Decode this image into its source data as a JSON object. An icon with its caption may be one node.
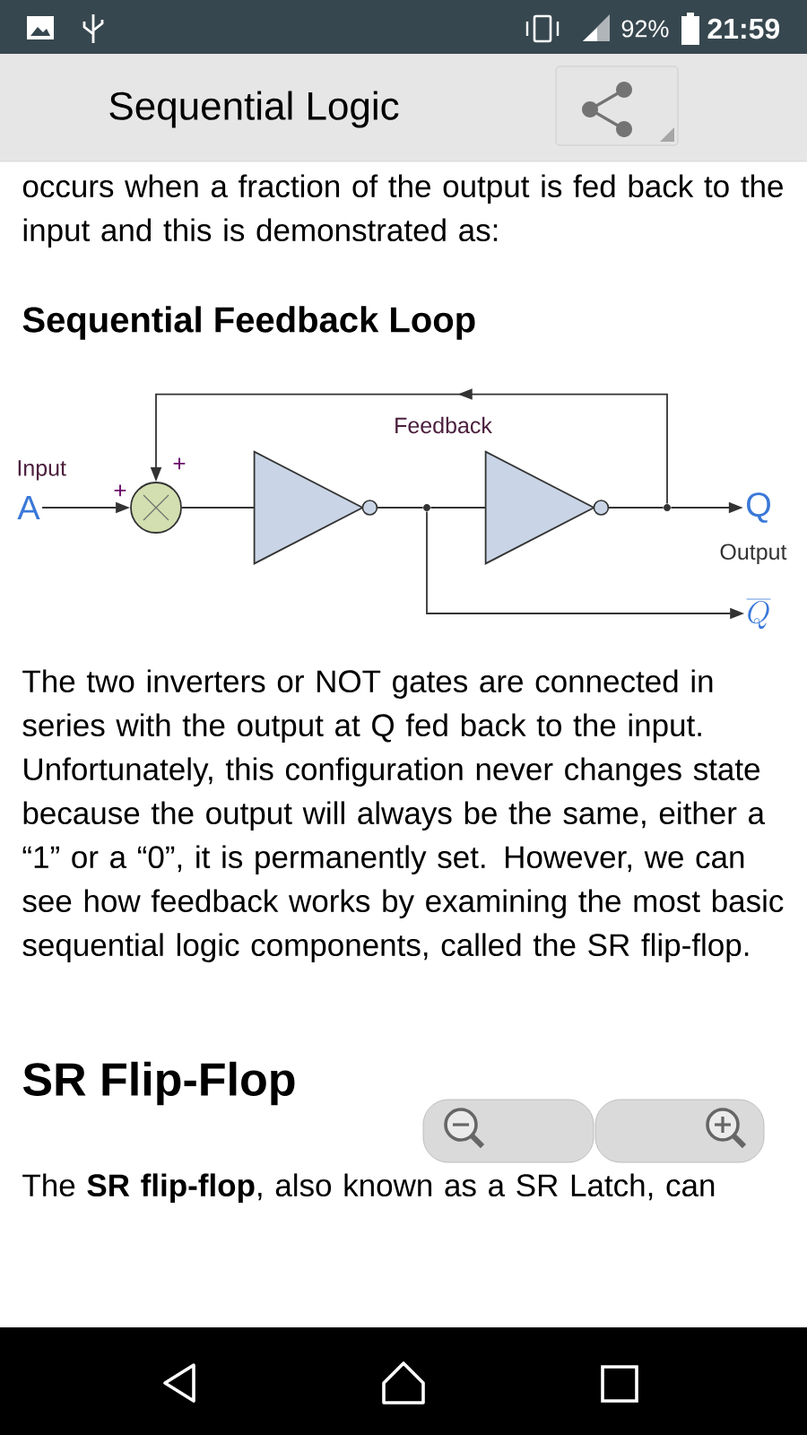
{
  "diagram": {
    "title": "Sequential Feedback Loop",
    "nodes": [
      {
        "text": [
          "Input",
          "A"
        ]
      },
      {
        "text": [],
        "shape": "circle"
      },
      {
        "text": [],
        "shape": "triangle"
      },
      {
        "text": [],
        "shape": "dot"
      },
      {
        "text": [],
        "shape": "triangle"
      },
      {
        "text": [],
        "shape": "dot"
      },
      {
        "text": [
          "Q"
        ]
      },
      {
        "text": [
          "\\overline{Q}"
        ]
      }
    ],
    "edges": [
      {
        "from": 0,
        "to": 1,
        "arrow": "to"
      },
      {
        "from": 1,
        "to": 2,
        "arrow": "none"
      },
      {
        "from": 2,
        "to": 3,
        "arrow": "none"
      },
      {
        "from": 3,
        "to": 4,
        "arrow": "none"
      },
      {
        "from": 4,
        "to": 5,
        "arrow": "none"
      },
      {
        "from": 5,
        "to": 6,
        "arrow": "to"
      },
      {
        "from": 5,
        "to": 1,
        "arrow": "to",
        "label": "Feedback"
      },
      {
        "from": 3,
        "to": 7,
        "arrow": "to"
      }
    ],
    "labels": [
      "92%",
      "21:59",
      "Sequential Logic",
      "occurs when a fraction of the output is fed back to the input and this is demonstrated as:",
      "+",
      "+",
      "Output",
      "The two inverters or NOT gates are connected in series with the output at Q fed back to the input. Unfortunately, this configuration never changes state because the output will always be the same, either a “1” or a “0”, it is permanently set. However, we can see how feedback works by examining the most basic sequential logic components, called the SR flip-flop.",
      "SR Flip-Flop",
      "The **SR flip-flop**, also known as a SR Latch, can"
    ]
  }
}
